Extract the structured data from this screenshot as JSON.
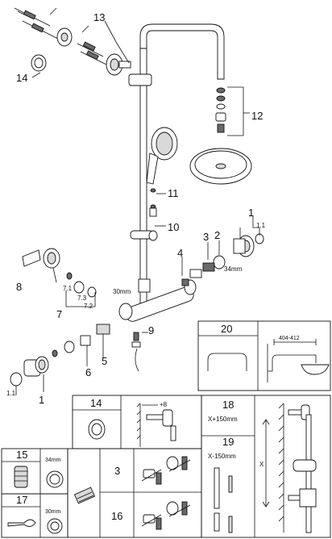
{
  "parts": {
    "p1_top": "1",
    "p1_1_top": "1.1",
    "p2": "2",
    "p3": "3",
    "p4": "4",
    "p5": "5",
    "p6": "6",
    "p1_bottom": "1",
    "p1_1_bottom": "1.1",
    "p7": "7",
    "p7_1": "7.1",
    "p7_2": "7.2",
    "p7_3": "7.3",
    "p8": "8",
    "p9": "9",
    "p10": "10",
    "p11": "11",
    "p12": "12",
    "p13": "13",
    "p14": "14"
  },
  "dims": {
    "d34_top": "34mm",
    "d30_top": "30mm",
    "d404": "404-412",
    "d_plus8": "+8",
    "d34_bottom": "34mm",
    "d30_bottom": "30mm",
    "d_x": "X"
  },
  "panels": {
    "p20": "20",
    "p14": "14",
    "p18": "18",
    "p18_sub": "X+150mm",
    "p19": "19",
    "p19_sub": "X-150mm",
    "p15": "15",
    "p17": "17",
    "p3": "3",
    "p16": "16"
  }
}
